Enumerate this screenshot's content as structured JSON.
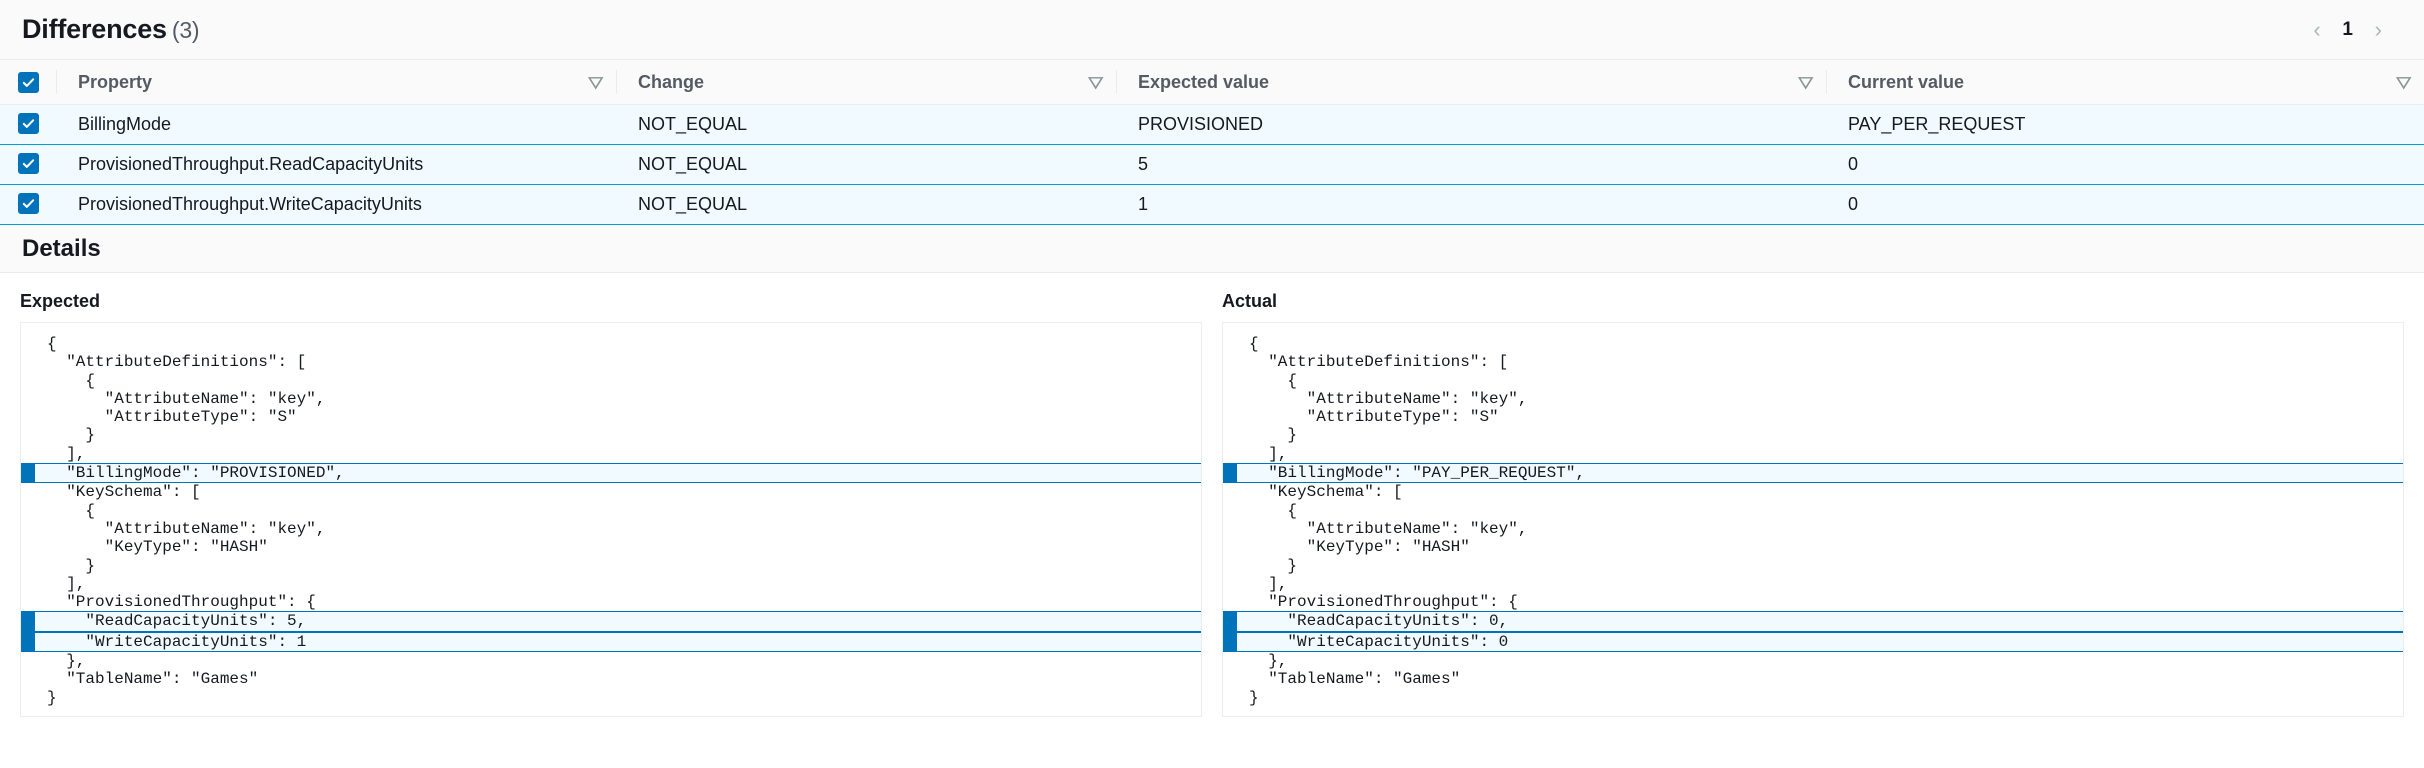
{
  "header": {
    "title": "Differences",
    "count": "(3)",
    "pagination": {
      "prev": "‹",
      "page": "1",
      "next": "›"
    }
  },
  "table": {
    "columns": [
      {
        "label": "Property",
        "sort_icon": "▽"
      },
      {
        "label": "Change",
        "sort_icon": "▽"
      },
      {
        "label": "Expected value",
        "sort_icon": "▽"
      },
      {
        "label": "Current value",
        "sort_icon": "▽"
      }
    ],
    "rows": [
      {
        "property": "BillingMode",
        "change": "NOT_EQUAL",
        "expected": "PROVISIONED",
        "current": "PAY_PER_REQUEST"
      },
      {
        "property": "ProvisionedThroughput.ReadCapacityUnits",
        "change": "NOT_EQUAL",
        "expected": "5",
        "current": "0"
      },
      {
        "property": "ProvisionedThroughput.WriteCapacityUnits",
        "change": "NOT_EQUAL",
        "expected": "1",
        "current": "0"
      }
    ]
  },
  "details": {
    "title": "Details",
    "expected": {
      "label": "Expected",
      "lines": [
        {
          "text": "{",
          "highlight": false
        },
        {
          "text": "  \"AttributeDefinitions\": [",
          "highlight": false
        },
        {
          "text": "    {",
          "highlight": false
        },
        {
          "text": "      \"AttributeName\": \"key\",",
          "highlight": false
        },
        {
          "text": "      \"AttributeType\": \"S\"",
          "highlight": false
        },
        {
          "text": "    }",
          "highlight": false
        },
        {
          "text": "  ],",
          "highlight": false
        },
        {
          "text": "  \"BillingMode\": \"PROVISIONED\",",
          "highlight": true
        },
        {
          "text": "  \"KeySchema\": [",
          "highlight": false
        },
        {
          "text": "    {",
          "highlight": false
        },
        {
          "text": "      \"AttributeName\": \"key\",",
          "highlight": false
        },
        {
          "text": "      \"KeyType\": \"HASH\"",
          "highlight": false
        },
        {
          "text": "    }",
          "highlight": false
        },
        {
          "text": "  ],",
          "highlight": false
        },
        {
          "text": "  \"ProvisionedThroughput\": {",
          "highlight": false
        },
        {
          "text": "    \"ReadCapacityUnits\": 5,",
          "highlight": true
        },
        {
          "text": "    \"WriteCapacityUnits\": 1",
          "highlight": true
        },
        {
          "text": "  },",
          "highlight": false
        },
        {
          "text": "  \"TableName\": \"Games\"",
          "highlight": false
        },
        {
          "text": "}",
          "highlight": false
        }
      ]
    },
    "actual": {
      "label": "Actual",
      "lines": [
        {
          "text": "{",
          "highlight": false
        },
        {
          "text": "  \"AttributeDefinitions\": [",
          "highlight": false
        },
        {
          "text": "    {",
          "highlight": false
        },
        {
          "text": "      \"AttributeName\": \"key\",",
          "highlight": false
        },
        {
          "text": "      \"AttributeType\": \"S\"",
          "highlight": false
        },
        {
          "text": "    }",
          "highlight": false
        },
        {
          "text": "  ],",
          "highlight": false
        },
        {
          "text": "  \"BillingMode\": \"PAY_PER_REQUEST\",",
          "highlight": true
        },
        {
          "text": "  \"KeySchema\": [",
          "highlight": false
        },
        {
          "text": "    {",
          "highlight": false
        },
        {
          "text": "      \"AttributeName\": \"key\",",
          "highlight": false
        },
        {
          "text": "      \"KeyType\": \"HASH\"",
          "highlight": false
        },
        {
          "text": "    }",
          "highlight": false
        },
        {
          "text": "  ],",
          "highlight": false
        },
        {
          "text": "  \"ProvisionedThroughput\": {",
          "highlight": false
        },
        {
          "text": "    \"ReadCapacityUnits\": 0,",
          "highlight": true
        },
        {
          "text": "    \"WriteCapacityUnits\": 0",
          "highlight": true
        },
        {
          "text": "  },",
          "highlight": false
        },
        {
          "text": "  \"TableName\": \"Games\"",
          "highlight": false
        },
        {
          "text": "}",
          "highlight": false
        }
      ]
    }
  },
  "colors": {
    "accent": "#0073bb",
    "row_border": "#00a1c9",
    "row_bg": "#f1faff",
    "header_bg": "#fafafa"
  }
}
